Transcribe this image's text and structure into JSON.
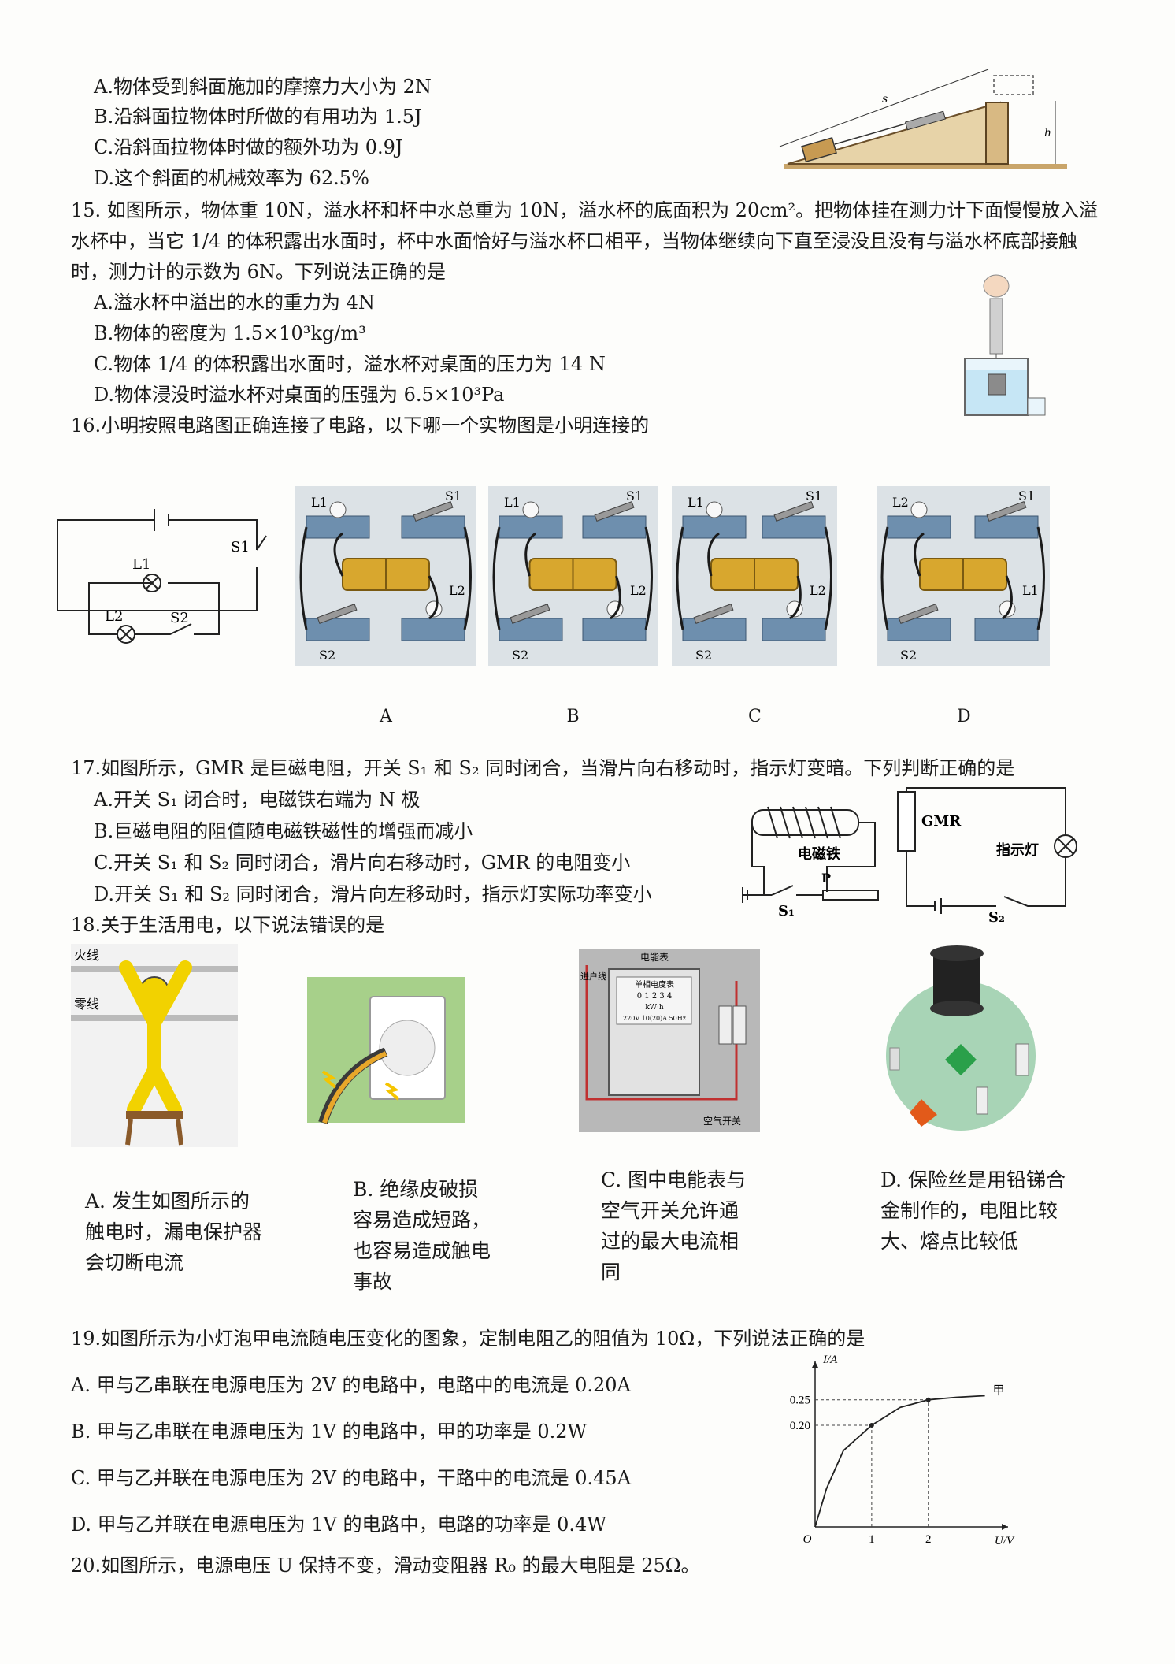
{
  "q14": {
    "options": [
      "A.物体受到斜面施加的摩擦力大小为 2N",
      "B.沿斜面拉物体时所做的有用功为 1.5J",
      "C.沿斜面拉物体时做的额外功为 0.9J",
      "D.这个斜面的机械效率为 62.5%"
    ],
    "fig_s": "s",
    "fig_h": "h"
  },
  "q15": {
    "stem": "15. 如图所示，物体重 10N，溢水杯和杯中水总重为 10N，溢水杯的底面积为 20cm²。把物体挂在测力计下面慢慢放入溢水杯中，当它 1/4 的体积露出水面时，杯中水面恰好与溢水杯口相平，当物体继续向下直至浸没且没有与溢水杯底部接触时，测力计的示数为 6N。下列说法正确的是",
    "options": [
      "A.溢水杯中溢出的水的重力为 4N",
      "B.物体的密度为 1.5×10³kg/m³",
      "C.物体 1/4 的体积露出水面时，溢水杯对桌面的压力为 14 N",
      "D.物体浸没时溢水杯对桌面的压强为 6.5×10³Pa"
    ]
  },
  "q16": {
    "stem": "16.小明按照电路图正确连接了电路，以下哪一个实物图是小明连接的",
    "schematic": {
      "l1": "L1",
      "l2": "L2",
      "s1": "S1",
      "s2": "S2"
    },
    "photos": [
      {
        "tl": "L1",
        "tr": "S1",
        "bl": "S2",
        "br": "L2",
        "letter": "A"
      },
      {
        "tl": "L1",
        "tr": "S1",
        "bl": "S2",
        "br": "L2",
        "letter": "B"
      },
      {
        "tl": "L1",
        "tr": "S1",
        "bl": "S2",
        "br": "L2",
        "letter": "C"
      },
      {
        "tl": "L2",
        "tr": "S1",
        "bl": "S2",
        "br": "L1",
        "letter": "D"
      }
    ]
  },
  "q17": {
    "stem": "17.如图所示，GMR 是巨磁电阻，开关 S₁ 和 S₂ 同时闭合，当滑片向右移动时，指示灯变暗。下列判断正确的是",
    "options": [
      "A.开关 S₁ 闭合时，电磁铁右端为 N 极",
      "B.巨磁电阻的阻值随电磁铁磁性的增强而减小",
      "C.开关 S₁ 和 S₂ 同时闭合，滑片向右移动时，GMR 的电阻变小",
      "D.开关 S₁ 和 S₂ 同时闭合，滑片向左移动时，指示灯实际功率变小"
    ],
    "fig": {
      "electromagnet": "电磁铁",
      "gmr": "GMR",
      "lamp": "指示灯",
      "p": "P",
      "s1": "S₁",
      "s2": "S₂"
    }
  },
  "q18": {
    "stem": "18.关于生活用电，以下说法错误的是",
    "fig_a": {
      "live": "火线",
      "neutral": "零线"
    },
    "fig_c": {
      "title": "电能表",
      "in": "进户线",
      "meter": "单相电度表",
      "digits": "0 1 2 3 4",
      "unit": "kW·h",
      "rating": "220V 10(20)A 50Hz",
      "breaker": "空气开关"
    },
    "captions": [
      "A. 发生如图所示的触电时，漏电保护器会切断电流",
      "B. 绝缘皮破损容易造成短路，也容易造成触电事故",
      "C. 图中电能表与空气开关允许通过的最大电流相同",
      "D. 保险丝是用铅锑合金制作的，电阻比较大、熔点比较低"
    ]
  },
  "q19": {
    "stem": "19.如图所示为小灯泡甲电流随电压变化的图象，定制电阻乙的阻值为 10Ω，下列说法正确的是",
    "options": [
      "A. 甲与乙串联在电源电压为 2V 的电路中，电路中的电流是 0.20A",
      "B. 甲与乙串联在电源电压为 1V 的电路中，甲的功率是 0.2W",
      "C. 甲与乙并联在电源电压为 2V 的电路中，干路中的电流是 0.45A",
      "D. 甲与乙并联在电源电压为 1V 的电路中，电路的功率是 0.4W"
    ]
  },
  "q20": {
    "stem": "20.如图所示，电源电压 U 保持不变，滑动变阻器 R₀ 的最大电阻是 25Ω。"
  },
  "chart_data": {
    "type": "line",
    "xlabel": "U/V",
    "ylabel": "I/A",
    "origin_label": "O",
    "x_ticks": [
      "1",
      "2"
    ],
    "y_ticks": [
      "0.20",
      "0.25"
    ],
    "series": [
      {
        "name": "甲",
        "x": [
          0,
          0.2,
          0.5,
          1,
          1.5,
          2,
          2.5,
          3
        ],
        "y": [
          0,
          0.075,
          0.15,
          0.2,
          0.235,
          0.25,
          0.255,
          0.258
        ]
      }
    ],
    "xlim": [
      0,
      3.2
    ],
    "ylim": [
      0,
      0.31
    ]
  }
}
